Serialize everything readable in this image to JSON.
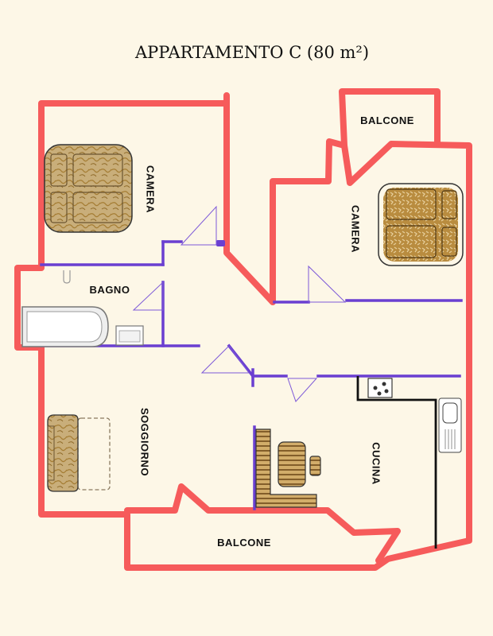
{
  "title": "APPARTAMENTO C (80 m²)",
  "rooms": {
    "camera_left": "CAMERA",
    "camera_right": "CAMERA",
    "bagno": "BAGNO",
    "soggiorno": "SOGGIORNO",
    "cucina": "CUCINA",
    "balcone_top": "BALCONE",
    "balcone_bottom": "BALCONE"
  },
  "colors": {
    "background": "#fdf7e7",
    "outer_wall": "#f65b5b",
    "inner_wall": "#6a3fd1",
    "kitchen_counter": "#111111",
    "door_swing": "#7d59d8",
    "furniture": "#b48f45"
  }
}
